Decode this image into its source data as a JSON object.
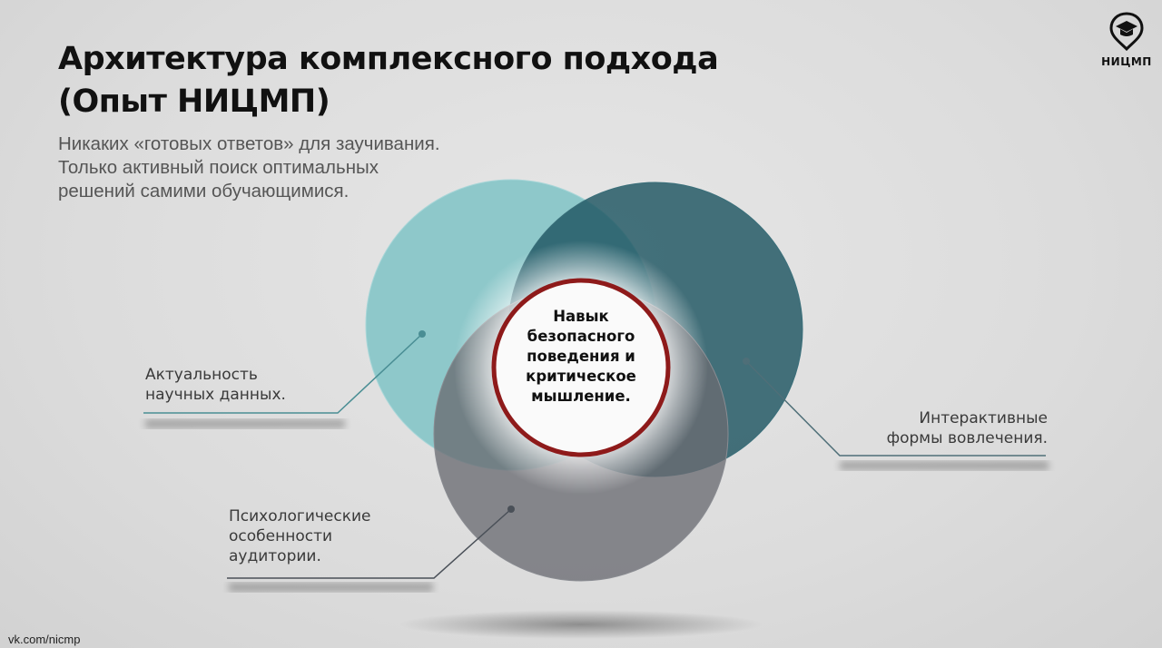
{
  "header": {
    "title_line1": "Архитектура комплексного подхода",
    "title_line2": "(Опыт НИЦМП)",
    "subtitle_lines": [
      "Никаких «готовых ответов» для заучивания.",
      "Только активный поиск оптимальных",
      "решений самими обучающимися."
    ]
  },
  "logo": {
    "icon": "graduation-cap-pin-icon",
    "text": "НИЦМП"
  },
  "diagram": {
    "type": "venn",
    "colors": {
      "left": "#7fc3c6",
      "right": "#1f5561",
      "bottom": "#6f7177",
      "ring": "#8e1a1a"
    },
    "center": {
      "lines": [
        "Навык",
        "безопасного",
        "поведения и",
        "критическое",
        "мышление."
      ]
    },
    "sets": [
      {
        "id": "left",
        "label_lines": [
          "Актуальность",
          "научных данных."
        ]
      },
      {
        "id": "right",
        "label_lines": [
          "Интерактивные",
          "формы вовлечения."
        ]
      },
      {
        "id": "bottom",
        "label_lines": [
          "Психологические",
          "особенности",
          "аудитории."
        ]
      }
    ]
  },
  "footer": {
    "link": "vk.com/nicmp"
  }
}
